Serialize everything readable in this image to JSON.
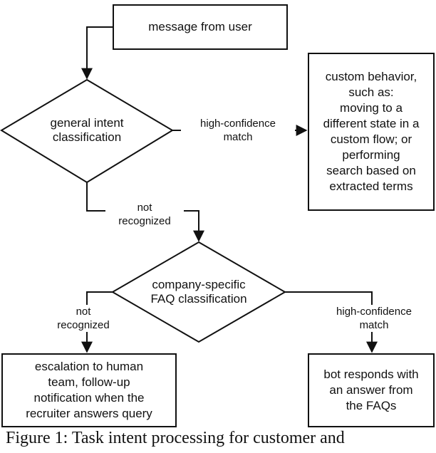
{
  "nodes": {
    "message": "message from user",
    "general_intent": "general intent\nclassification",
    "custom_behavior": "custom behavior,\nsuch as:\nmoving to a\ndifferent state in a\ncustom flow; or\nperforming\nsearch based on\nextracted terms",
    "faq_classification": "company-specific\nFAQ classification",
    "escalation": "escalation to human\nteam, follow-up\nnotification when the\nrecruiter answers query",
    "bot_responds": "bot responds with\nan answer from\nthe FAQs"
  },
  "edges": {
    "high_confidence_1": "high-confidence\nmatch",
    "not_recognized_1": "not\nrecognized",
    "not_recognized_2": "not\nrecognized",
    "high_confidence_2": "high-confidence\nmatch"
  },
  "caption": "Figure 1:  Task intent processing for customer and"
}
